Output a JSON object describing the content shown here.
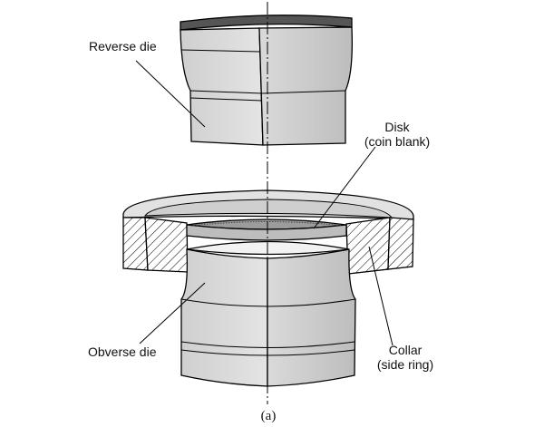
{
  "labels": {
    "reverse_die": "Reverse die",
    "disk_line1": "Disk",
    "disk_line2": "(coin blank)",
    "obverse_die": "Obverse die",
    "collar_line1": "Collar",
    "collar_line2": "(side ring)",
    "caption": "(a)"
  },
  "colors": {
    "die_light": "#d9d9d9",
    "die_mid": "#c4c4c4",
    "die_dark": "#a9a9a9",
    "collar_face": "#e2e2e2",
    "hatch": "#000000"
  }
}
